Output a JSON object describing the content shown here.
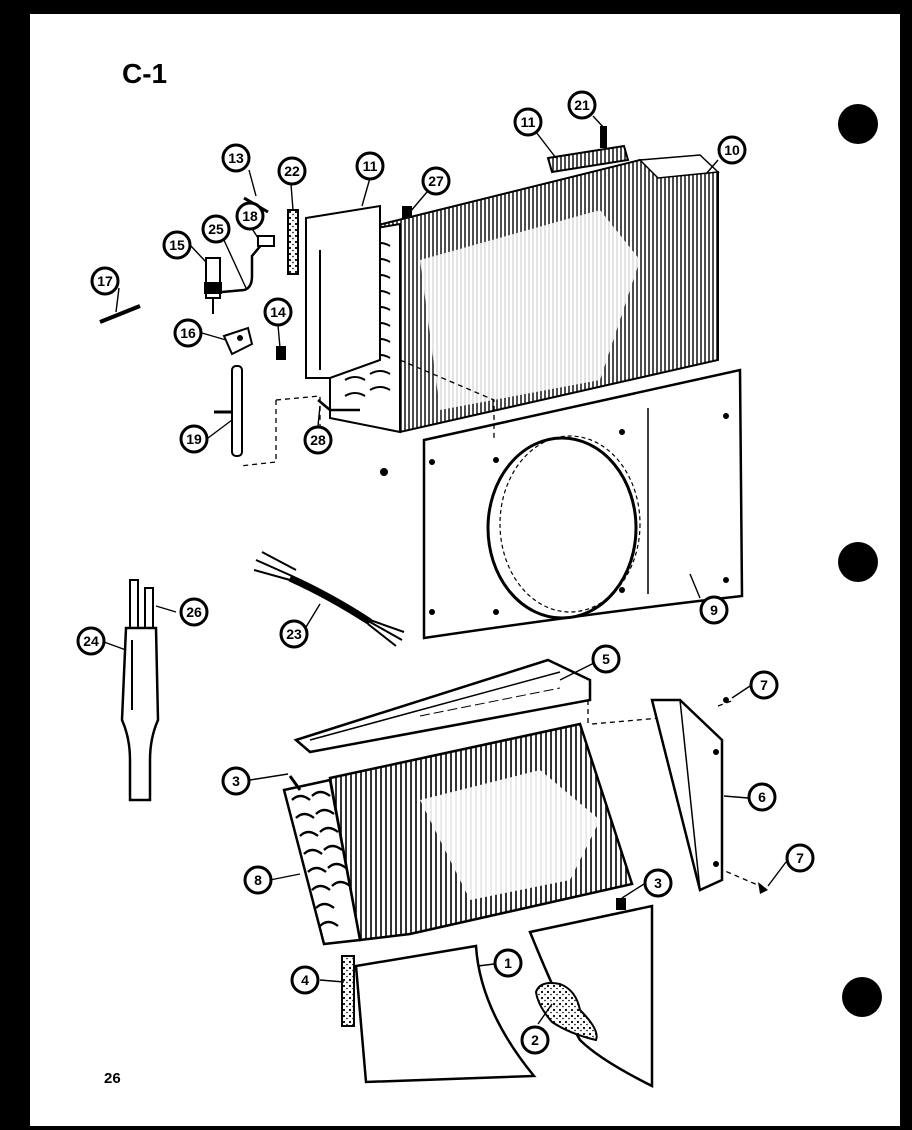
{
  "page": {
    "title": "C-1",
    "page_number": "26"
  },
  "colors": {
    "ink": "#000000",
    "paper": "#ffffff",
    "background": "#000000"
  },
  "callouts": {
    "c1": "1",
    "c2": "2",
    "c3a": "3",
    "c3b": "3",
    "c4": "4",
    "c5": "5",
    "c6": "6",
    "c7a": "7",
    "c7b": "7",
    "c8": "8",
    "c9": "9",
    "c10": "10",
    "c11a": "11",
    "c11b": "11",
    "c13": "13",
    "c14": "14",
    "c15": "15",
    "c16": "16",
    "c17": "17",
    "c18": "18",
    "c19": "19",
    "c21": "21",
    "c22": "22",
    "c23": "23",
    "c24": "24",
    "c25": "25",
    "c26": "26",
    "c27": "27",
    "c28": "28"
  }
}
